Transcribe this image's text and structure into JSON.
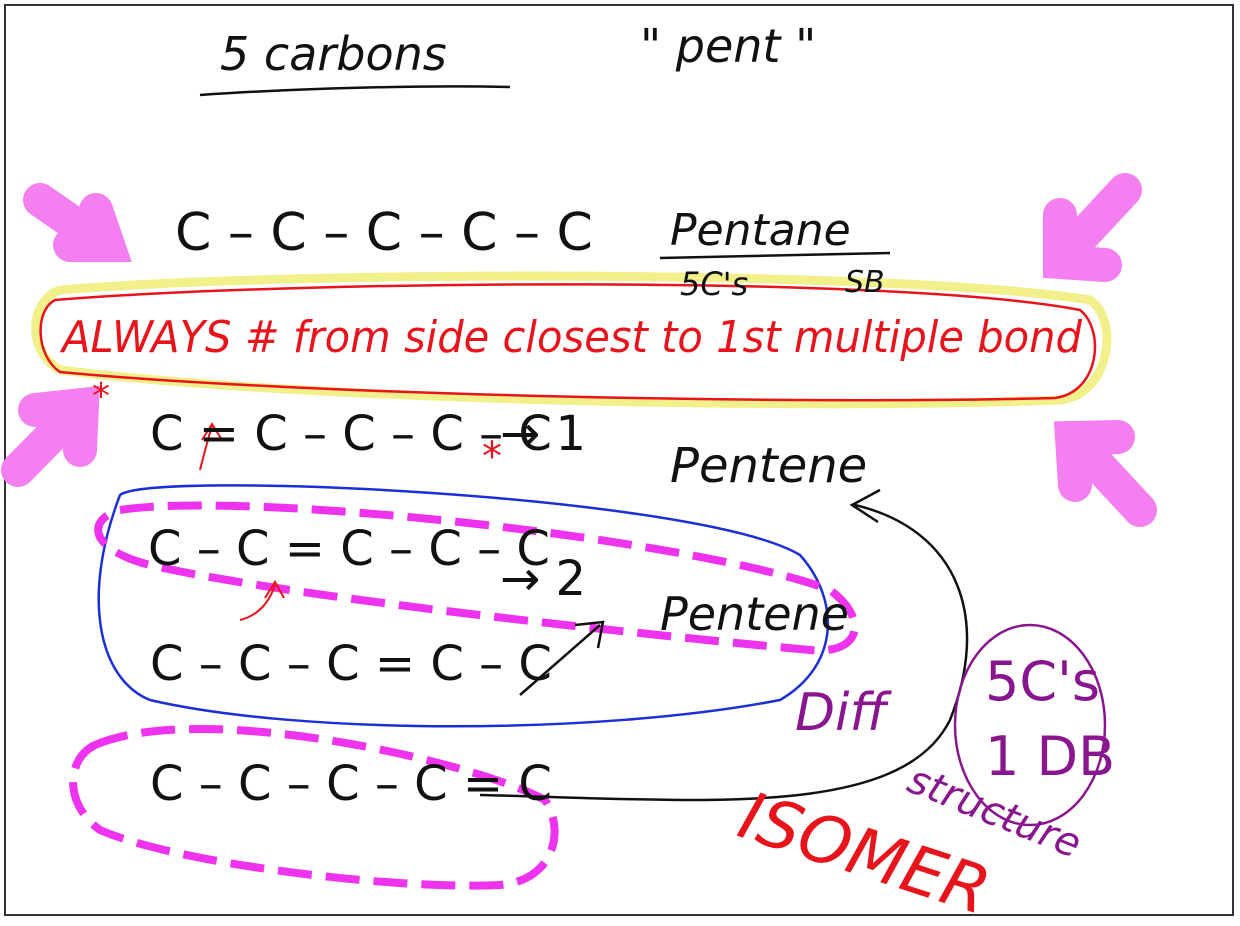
{
  "notes": {
    "title": "5 carbons",
    "root_label": "\" pent \"",
    "chain_straight": "C – C – C – C – C",
    "alkane_name": "Pentane",
    "alkane_note_carbons": "5C's",
    "alkane_note_bonds": "SB",
    "rule": "ALWAYS # from side closest to 1st multiple bond",
    "chain_1": "C = C – C – C – C",
    "chain_1_result": "→ 1",
    "name_1": "Pentene",
    "chain_2": "C – C = C – C – C",
    "chain_2_result": "→ 2",
    "name_2": "Pentene",
    "chain_3": "C – C – C = C – C",
    "chain_4": "C – C – C – C = C",
    "circle_line_1": "5C's",
    "circle_line_2": "1 DB",
    "diff_label": "Diff",
    "structure_label": "structure",
    "isomer_label": "ISOMER"
  },
  "colors": {
    "black_ink": "#111111",
    "red_ink": "#e8141c",
    "blue_ink": "#1b2fd6",
    "purple_ink": "#8a168f",
    "magenta_highlight": "#ee33ee",
    "pink_arrows": "#f47ff0",
    "yellow_highlight": "#f2f08a"
  }
}
